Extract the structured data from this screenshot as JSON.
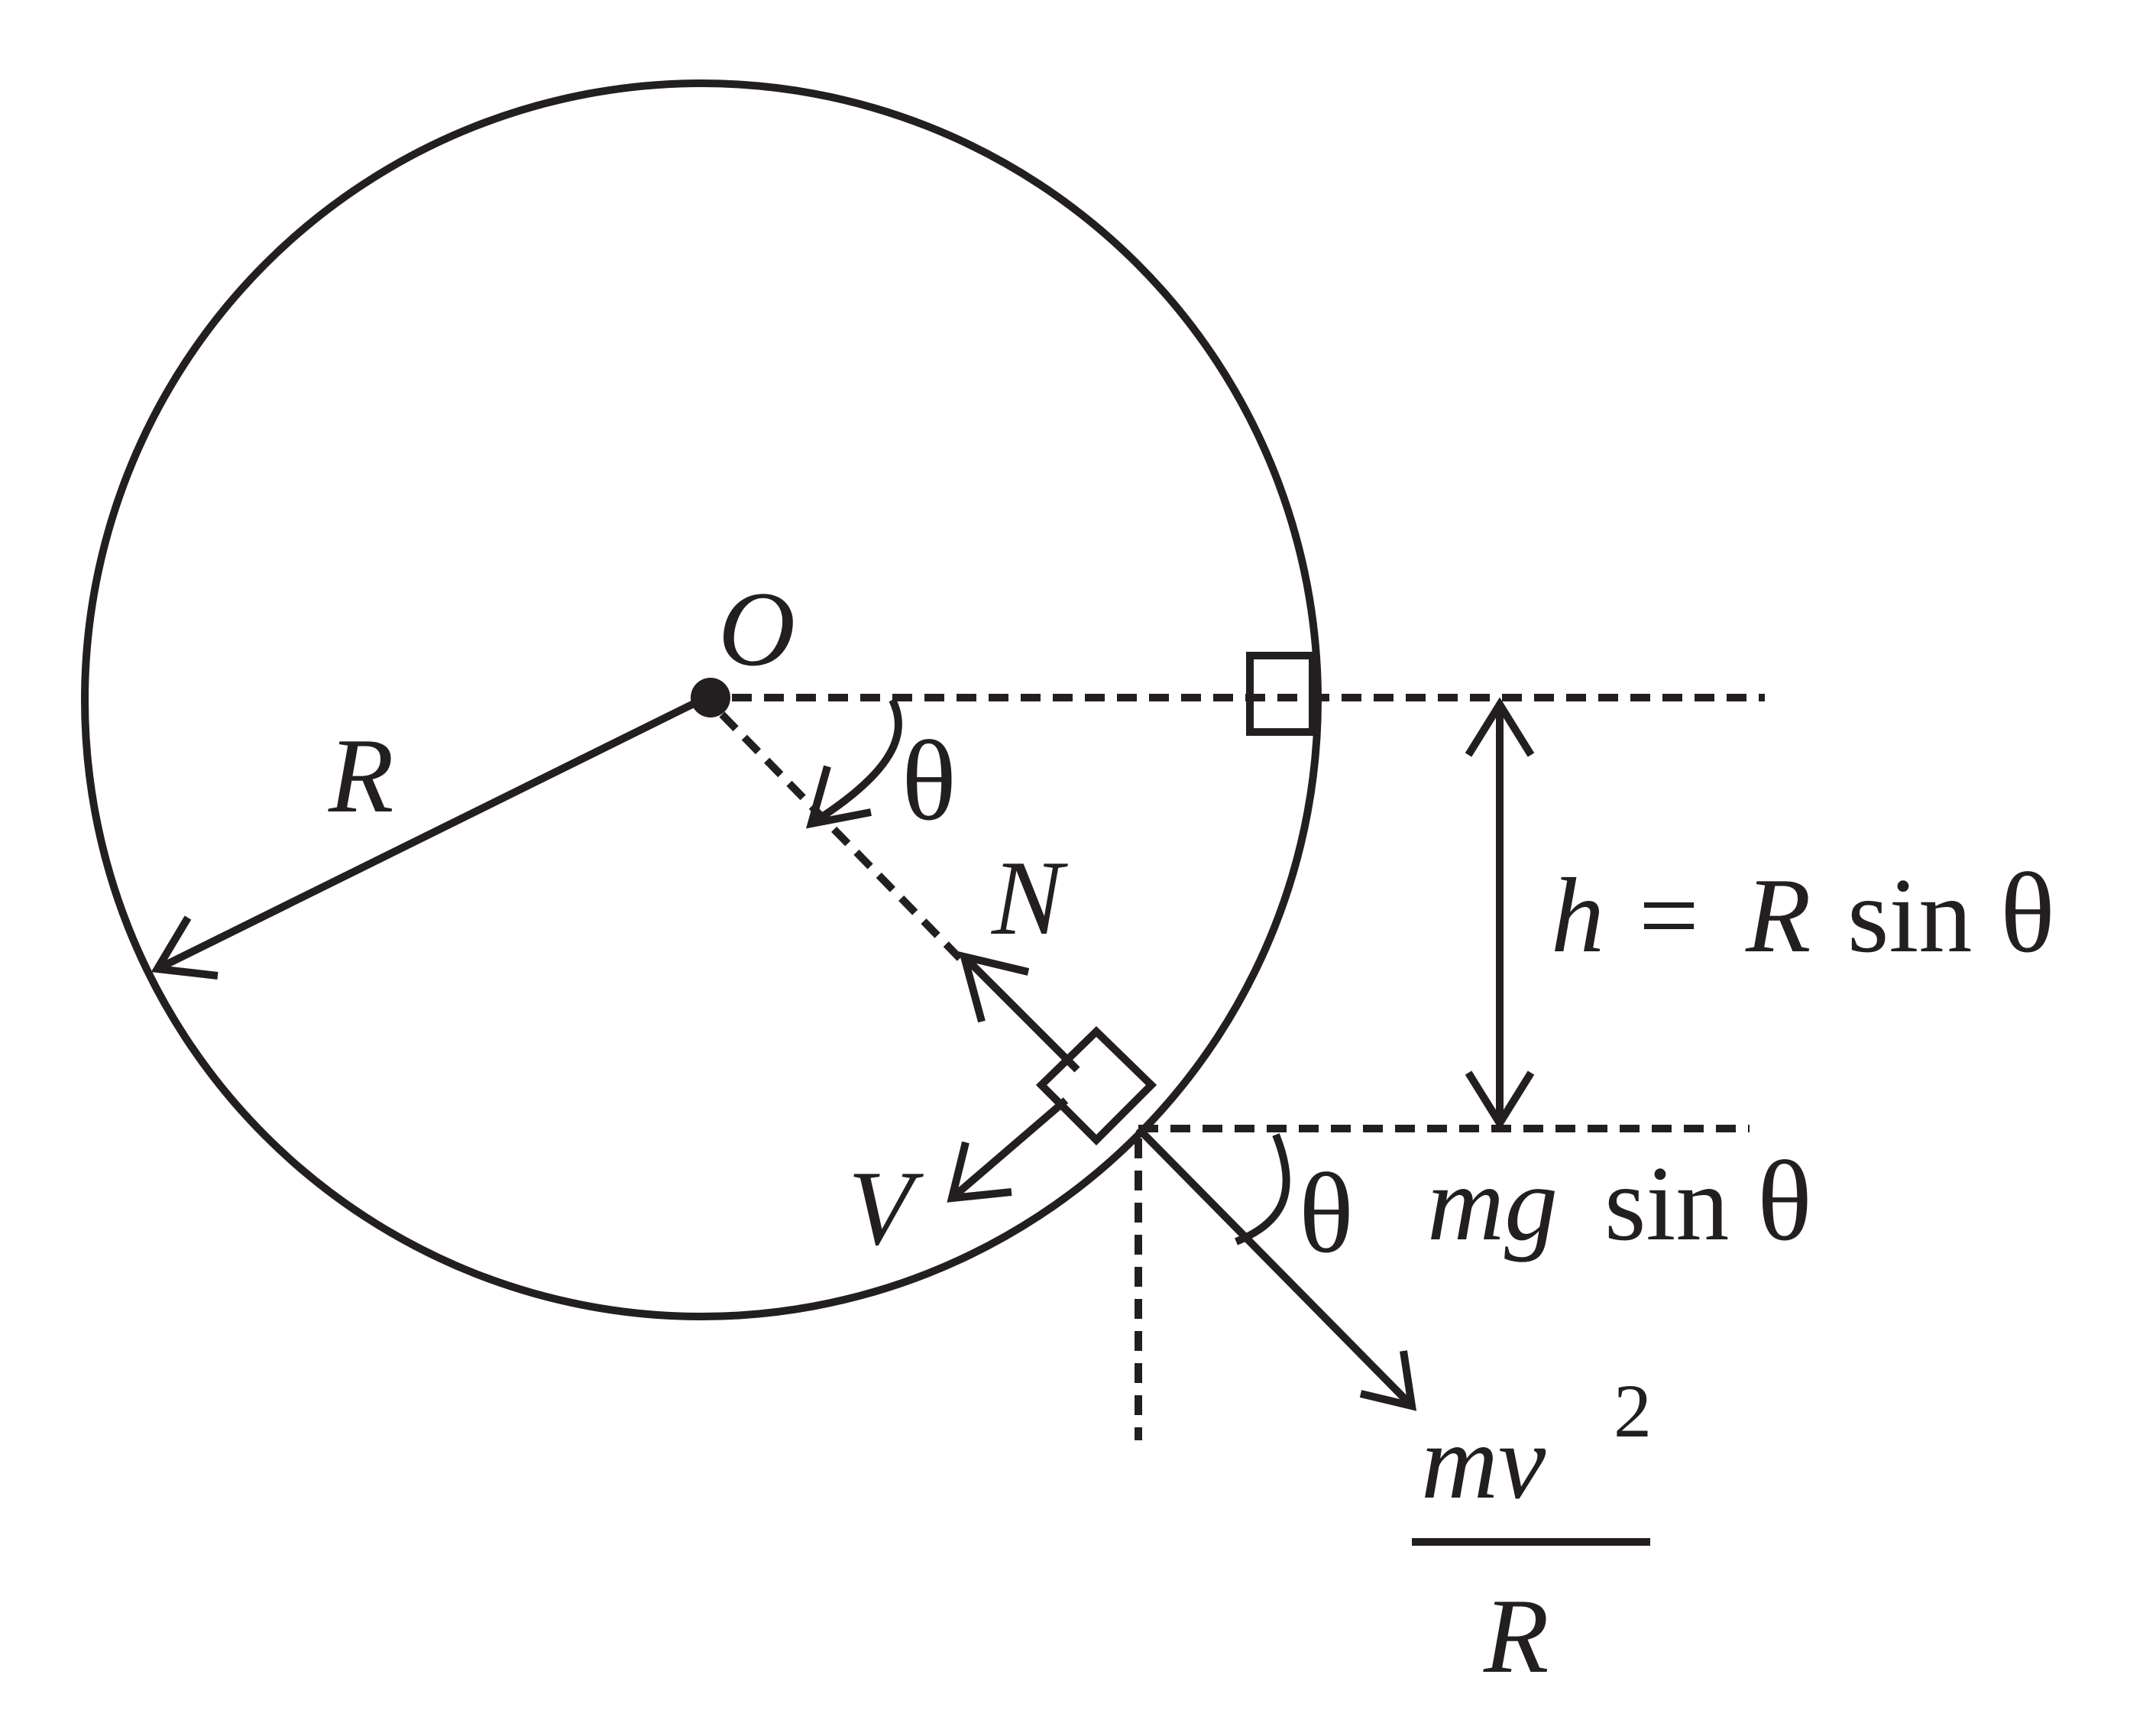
{
  "labels": {
    "center": "O",
    "radius": "R",
    "angle_top": "θ",
    "normal_force": "N",
    "velocity": "V",
    "height_eq": {
      "var": "h",
      "eq": "=",
      "r": "R",
      "func": "sin",
      "theta": "θ"
    },
    "angle_bottom": "θ",
    "gravity_component": {
      "mg": "mg",
      "func": "sin",
      "theta": "θ"
    },
    "centripetal": {
      "numerator": "mv",
      "exponent": "2",
      "denominator": "R"
    }
  },
  "colors": {
    "ink": "#231f20",
    "background": "#ffffff"
  }
}
